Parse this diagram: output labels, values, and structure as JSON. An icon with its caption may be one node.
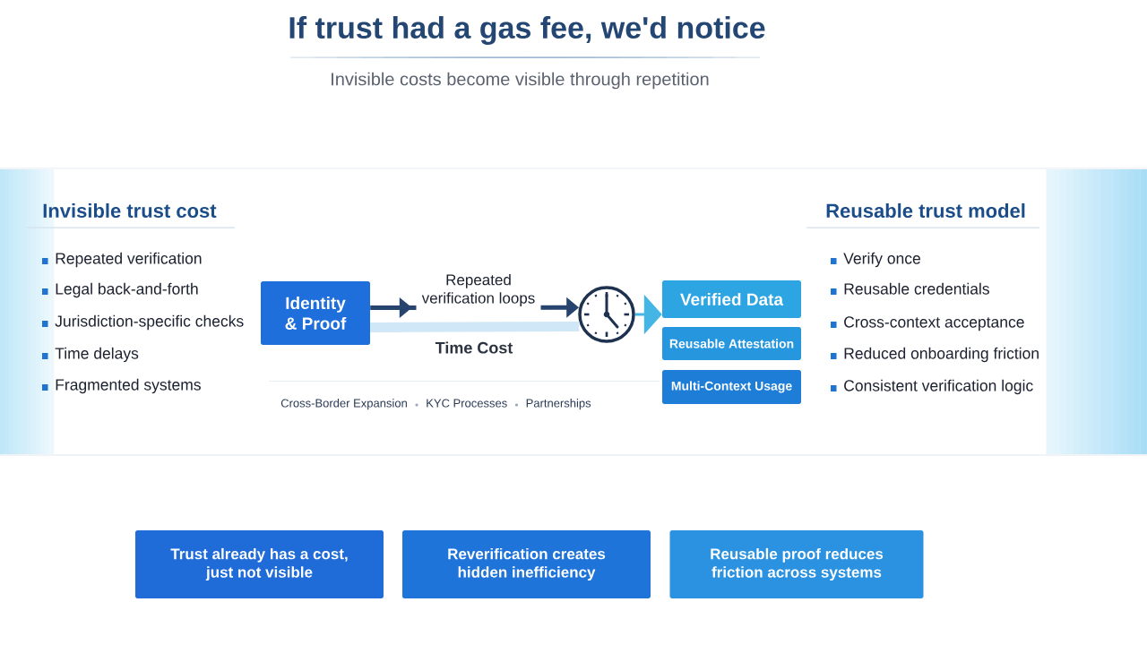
{
  "diagram": {
    "title": "If trust had a gas fee, we'd notice",
    "nodes": [
      {
        "text": [
          "Identity & Proof"
        ]
      },
      {
        "text": [],
        "shape": "picture"
      },
      {
        "text": [
          "Verified Data"
        ]
      },
      {
        "text": [
          "Reusable Attestation"
        ]
      },
      {
        "text": [
          "Multi-Context Usage"
        ]
      },
      {
        "text": [
          "Trust already has a cost, just not visible"
        ]
      },
      {
        "text": [
          "Reverification creates hidden inefficiency"
        ]
      },
      {
        "text": [
          "Reusable proof reduces friction across systems"
        ]
      }
    ],
    "edges": [
      {
        "from": 0,
        "to": 1,
        "arrow": "to",
        "label": "Repeated verification loops"
      },
      {
        "from": 0,
        "to": 1,
        "arrow": "none",
        "label": "Time Cost",
        "style": "thick",
        "color": "#cfe7f7"
      },
      {
        "from": 1,
        "to": 2,
        "arrow": "to",
        "color": "#45b5e6"
      }
    ],
    "labels": [
      "Invisible costs become visible through repetition",
      "Invisible trust cost",
      "Repeated verification",
      "Legal back-and-forth",
      "Jurisdiction-specific checks",
      "Time delays",
      "Fragmented systems",
      "Cross-Border Expansion",
      "KYC Processes",
      "Partnerships",
      "Reusable trust model",
      "Verify once",
      "Reusable credentials",
      "Cross-context acceptance",
      "Reduced onboarding friction",
      "Consistent verification logic"
    ]
  }
}
